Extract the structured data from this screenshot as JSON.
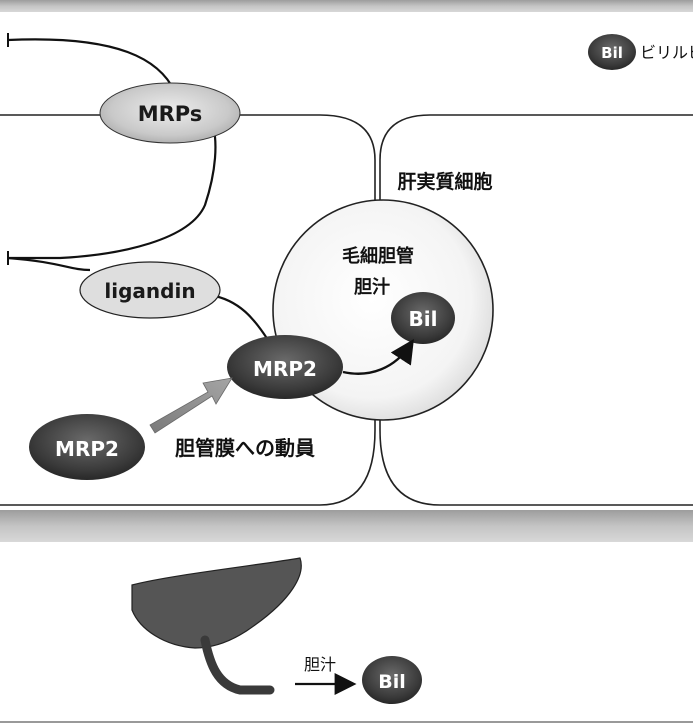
{
  "legend": {
    "badge": "Bil",
    "label": "ビリルビン"
  },
  "cell": {
    "label": "肝実質細胞"
  },
  "canaliculus": {
    "line1": "毛細胆管",
    "line2": "胆汁",
    "badge": "Bil"
  },
  "transporters": {
    "mrps": "MRPs",
    "ligandin": "ligandin",
    "mrp2_membrane": "MRP2",
    "mrp2_cytosol": "MRP2"
  },
  "recruitment": {
    "label": "胆管膜への動員"
  },
  "bottom": {
    "arrow_label": "胆汁",
    "badge": "Bil"
  },
  "colors": {
    "band": "#b9b9b9",
    "oval": "#cfcfcf",
    "dark_badge": "#3a3a3a",
    "liver": "#555555",
    "arrow": "#8a8a8a"
  }
}
